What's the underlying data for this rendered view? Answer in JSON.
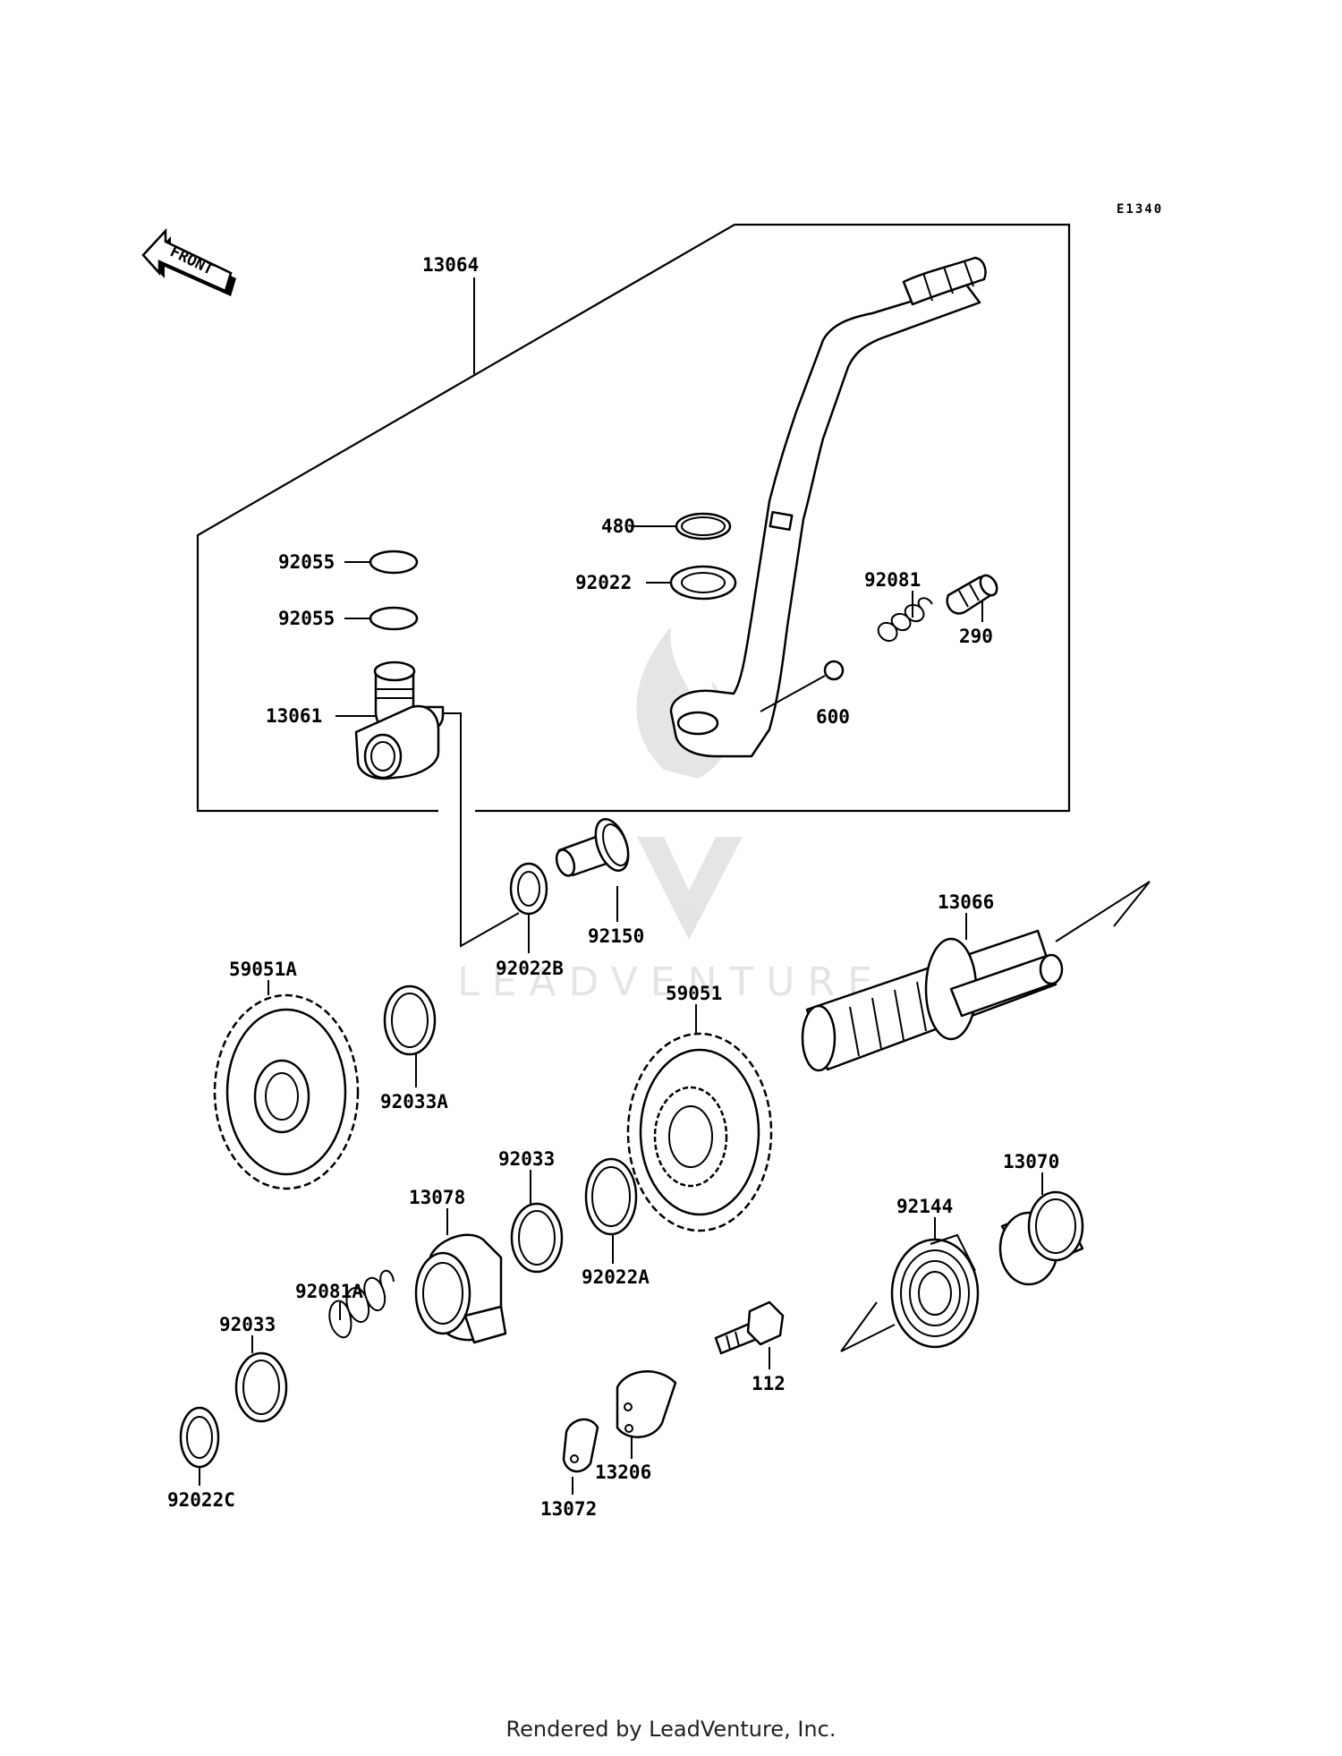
{
  "diagram_code": "E1340",
  "front_label": "FRONT",
  "footer_text": "Rendered by LeadVenture, Inc.",
  "watermark_text": "LEADVENTURE",
  "parts": [
    {
      "id": "13064",
      "label": "13064"
    },
    {
      "id": "480",
      "label": "480"
    },
    {
      "id": "92022",
      "label": "92022"
    },
    {
      "id": "92081",
      "label": "92081"
    },
    {
      "id": "290",
      "label": "290"
    },
    {
      "id": "600",
      "label": "600"
    },
    {
      "id": "92055a",
      "label": "92055"
    },
    {
      "id": "92055b",
      "label": "92055"
    },
    {
      "id": "13061",
      "label": "13061"
    },
    {
      "id": "92150",
      "label": "92150"
    },
    {
      "id": "92022B",
      "label": "92022B"
    },
    {
      "id": "13066",
      "label": "13066"
    },
    {
      "id": "59051A",
      "label": "59051A"
    },
    {
      "id": "92033A",
      "label": "92033A"
    },
    {
      "id": "59051",
      "label": "59051"
    },
    {
      "id": "92033a",
      "label": "92033"
    },
    {
      "id": "13078",
      "label": "13078"
    },
    {
      "id": "92022A",
      "label": "92022A"
    },
    {
      "id": "13070",
      "label": "13070"
    },
    {
      "id": "92144",
      "label": "92144"
    },
    {
      "id": "92081A",
      "label": "92081A"
    },
    {
      "id": "92033b",
      "label": "92033"
    },
    {
      "id": "112",
      "label": "112"
    },
    {
      "id": "92022C",
      "label": "92022C"
    },
    {
      "id": "13206",
      "label": "13206"
    },
    {
      "id": "13072",
      "label": "13072"
    }
  ]
}
